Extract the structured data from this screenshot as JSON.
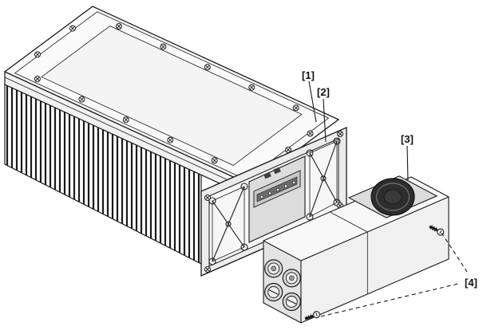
{
  "illustration": {
    "type": "exploded-view-technical-drawing",
    "background_color": "#ffffff",
    "line_color": "#1a1a1a",
    "sealing_cap_color": "#2d2d2d"
  },
  "callouts": [
    {
      "label": "[1]"
    },
    {
      "label": "[2]"
    },
    {
      "label": "[3]"
    },
    {
      "label": "[4]"
    }
  ]
}
